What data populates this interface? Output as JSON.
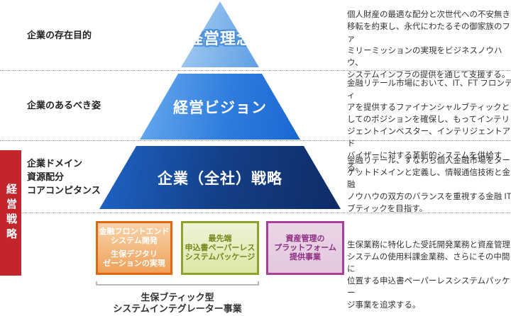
{
  "colors": {
    "tier1_blue_light": "#aacef2",
    "tier1_blue": "#5f9fe4",
    "tier2_blue_light": "#68abf0",
    "tier2_blue": "#1a67d2",
    "tier3_blue": "#1e64c8",
    "tier3_navy": "#0e2b66",
    "strategy_bar_red": "#c2262a",
    "box_orange_border": "#e2660f",
    "box_green_border": "#8da32b",
    "box_pink_border": "#a83f9b"
  },
  "left_column": {
    "purpose_label": "企業の存在目的",
    "ideal_label": "企業のあるべき姿",
    "domain_label": "企業ドメイン\n資源配分\nコアコンピタンス",
    "strategy_bar_label": "経営戦略"
  },
  "pyramid": {
    "tier1_label": "経営理念",
    "tier2_label": "経営ビジョン",
    "tier3_label": "企業（全社）戦略"
  },
  "descriptions": {
    "philosophy": "個人財産の最適な配分と次世代への不安無き\n移転を約束し、永代にわたるその御家族のファ\nミリーミッションの実現をビジネスノウハウ、\nシステムインフラの提供を通じて支援する。",
    "vision": "金融リテール市場において、IT、FT フロンティ\nアを提供するファイナンシャルブティックと\nしてのポジションを確保し、もってインテリ\nジェントインベスター、インテリジェントアド\nバイザーに対する革新的システムを供給する。",
    "strategy": "金融リテール、すなわち個人金融市場をター\nゲットドメインと定義し、情報通信技術と金融\nノウハウの双方のバランスを重視する金融 IT\nブティックを目指す。",
    "business": "生保業務に特化した受託開発業務と資産管理\nシステムの使用料課金業務、さらにその中間に\n位置する申込書ペーパーレスシステムパッケー\nジ事業を追求する。"
  },
  "business_boxes": {
    "finance_frontend_top": "金融フロントエンド\nシステム開発",
    "finance_frontend_bottom": "生保デジタリ\nゼーションの実現",
    "paperless_package": "最先端\n申込書ペーパーレス\nシステムパッケージ",
    "asset_platform": "資産管理の\nプラットフォーム\n提供事業"
  },
  "bottom_caption": "生保ブティック型\nシステムインテグレーター事業"
}
